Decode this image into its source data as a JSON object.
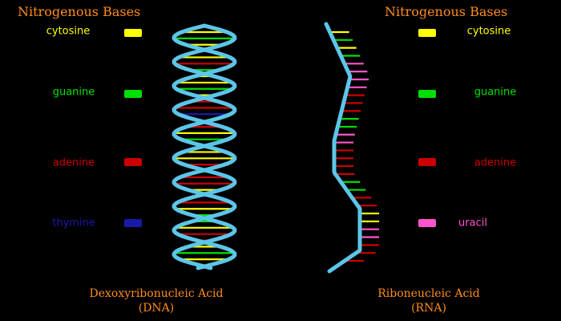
{
  "dna": {
    "heading": "Nitrogenous Bases",
    "bases": [
      {
        "label": "cytosine",
        "color": "#ffff00"
      },
      {
        "label": "guanine",
        "color": "#00e000"
      },
      {
        "label": "adenine",
        "color": "#cc0000"
      },
      {
        "label": "thymine",
        "color": "#1a1aa8"
      }
    ],
    "caption_line1": "Dexoxyribonucleic Acid",
    "caption_line2": "(DNA)",
    "backbone_color": "#5cc6e8",
    "rungs": [
      "yellow",
      "green",
      "yellow",
      "green",
      "yellow",
      "red",
      "green",
      "yellow",
      "yellow",
      "green",
      "yellow",
      "red",
      "red",
      "blue",
      "blue",
      "red",
      "yellow",
      "green",
      "green",
      "yellow",
      "yellow",
      "red",
      "blue",
      "red",
      "red",
      "yellow",
      "blue",
      "red",
      "yellow",
      "green",
      "green",
      "yellow",
      "red",
      "red",
      "yellow",
      "green",
      "yellow",
      "green"
    ]
  },
  "rna": {
    "heading": "Nitrogenous Bases",
    "bases": [
      {
        "label": "cytosine",
        "color": "#ffff00"
      },
      {
        "label": "guanine",
        "color": "#00e000"
      },
      {
        "label": "adenine",
        "color": "#cc0000"
      },
      {
        "label": "uracil",
        "color": "#ff55cc"
      }
    ],
    "caption_line1": "Riboneucleic Acid",
    "caption_line2": "(RNA)",
    "backbone_color": "#5cc6e8",
    "rungs": [
      "yellow",
      "green",
      "yellow",
      "green",
      "pink",
      "pink",
      "pink",
      "pink",
      "red",
      "red",
      "red",
      "green",
      "green",
      "pink",
      "pink",
      "red",
      "red",
      "red",
      "red",
      "green",
      "green",
      "red",
      "red",
      "yellow",
      "yellow",
      "pink",
      "pink",
      "red",
      "red",
      "red"
    ]
  }
}
